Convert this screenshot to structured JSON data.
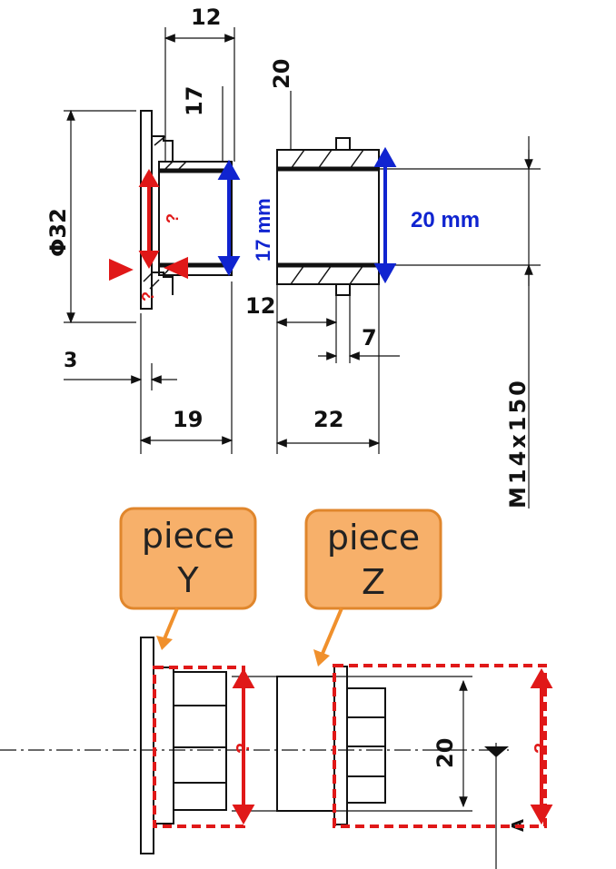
{
  "top_view": {
    "dims": {
      "d12_top": "12",
      "d20_top": "20",
      "d17": "17",
      "phi32": "Φ32",
      "d3": "3",
      "d19": "19",
      "d12_mid": "12",
      "d7": "7",
      "d22": "22",
      "m14": "M14x150"
    },
    "annotations": {
      "mm17": "17 mm",
      "mm20": "20 mm",
      "q1": "?",
      "q2": "?"
    }
  },
  "callouts": {
    "y_line1": "piece",
    "y_line2": "Y",
    "z_line1": "piece",
    "z_line2": "Z"
  },
  "bottom_view": {
    "d20": "20",
    "q_left": "?",
    "q_right": "?",
    "section_mark": "A"
  },
  "colors": {
    "blue": "#1024d0",
    "red": "#e01818",
    "callout_fill": "#f7b06a",
    "callout_border": "#e0862c",
    "line": "#111111"
  }
}
